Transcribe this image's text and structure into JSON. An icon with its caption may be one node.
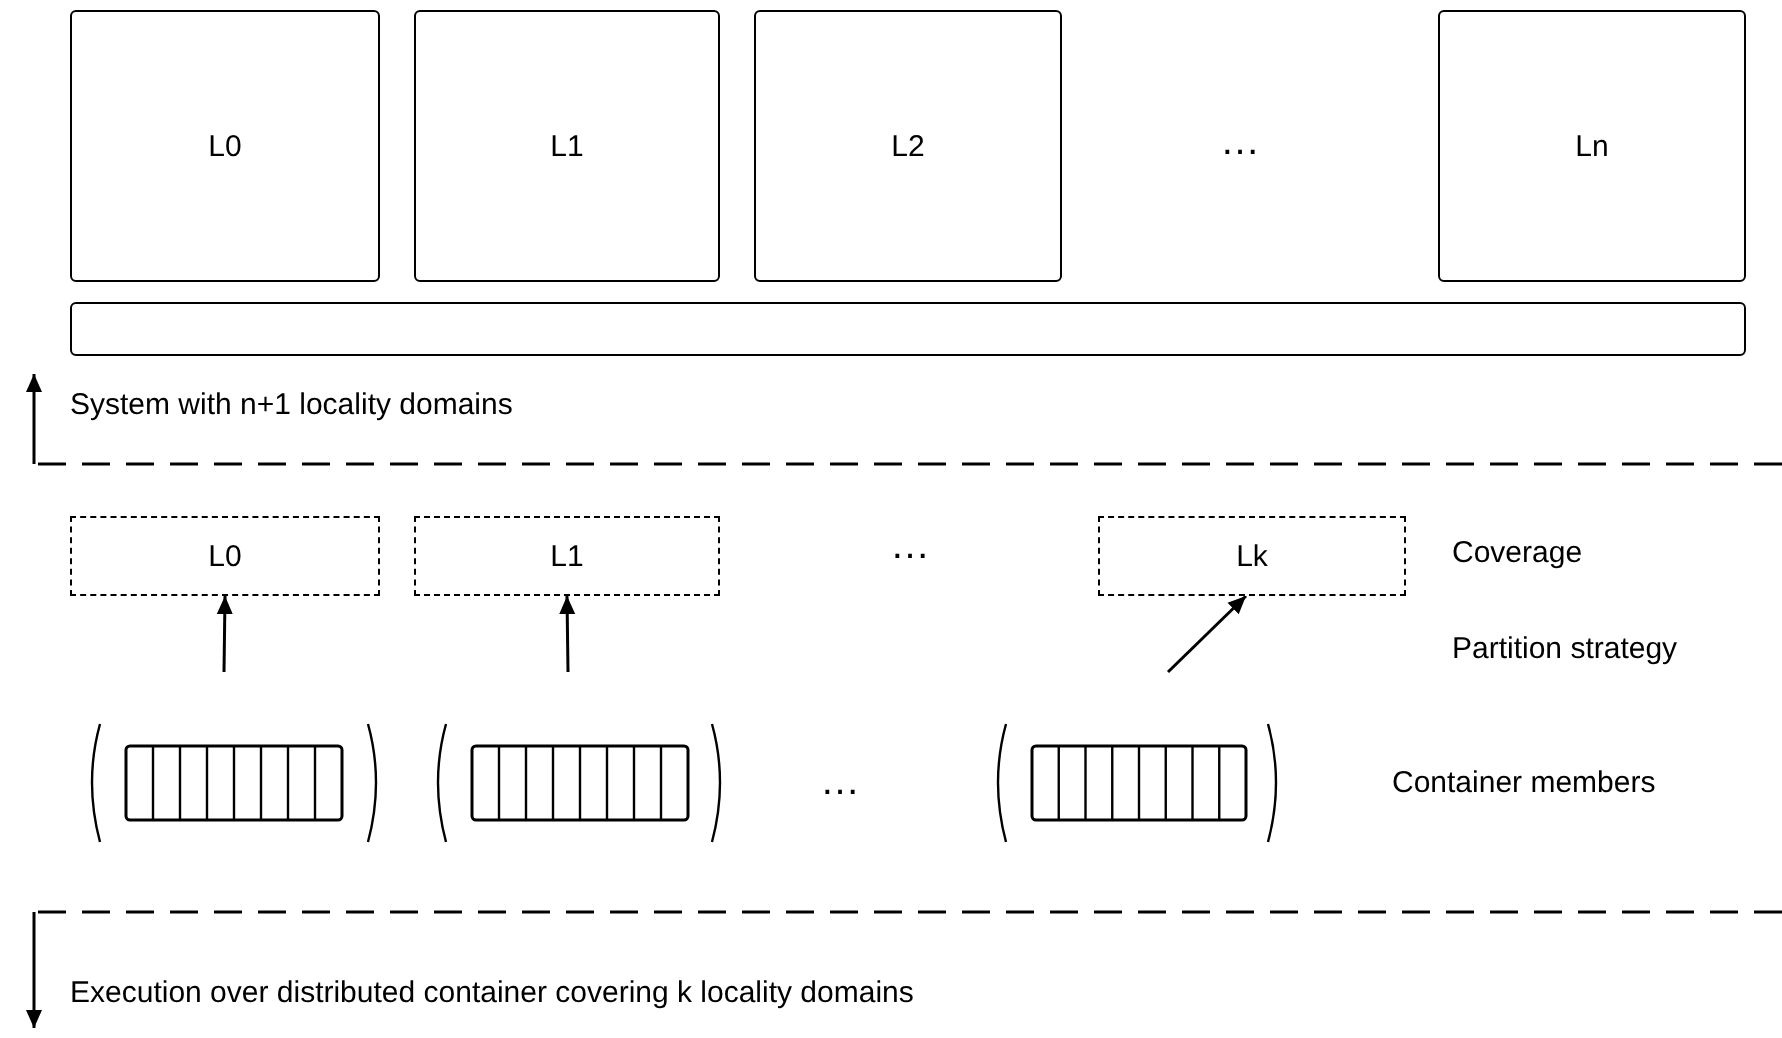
{
  "diagram": {
    "nodes": [
      {
        "text": [
          "L0"
        ]
      },
      {
        "text": [
          "L1"
        ]
      },
      {
        "text": [
          "L2"
        ]
      },
      {
        "text": [
          "Ln"
        ]
      },
      {
        "text": [],
        "shape": "bar"
      },
      {
        "text": [
          "L0"
        ]
      },
      {
        "text": [
          "L1"
        ]
      },
      {
        "text": [
          "Lk"
        ]
      },
      {
        "text": [],
        "shape": "array"
      },
      {
        "text": [],
        "shape": "array"
      },
      {
        "text": [],
        "shape": "array"
      }
    ],
    "edges": [
      {
        "from": 8,
        "to": 5,
        "arrow": "to"
      },
      {
        "from": 9,
        "to": 6,
        "arrow": "to"
      },
      {
        "from": 10,
        "to": 7,
        "arrow": "to"
      }
    ],
    "labels": [
      "…",
      "System with n+1 locality domains",
      "…",
      "Coverage",
      "Partition strategy",
      "…",
      "Container members",
      "Execution over distributed container covering k locality domains"
    ]
  }
}
